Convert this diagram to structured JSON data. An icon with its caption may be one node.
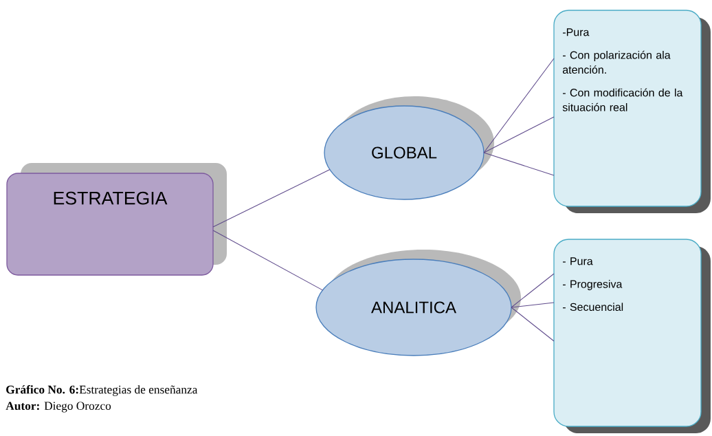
{
  "diagram": {
    "nodes": [
      {
        "text": [
          "ESTRATEGIA"
        ]
      },
      {
        "text": [
          "GLOBAL"
        ]
      },
      {
        "text": [
          "ANALITICA"
        ]
      },
      {
        "text": [
          "-Pura",
          "- Con polarización ala atención.",
          "- Con modificación de la situación real"
        ]
      },
      {
        "text": [
          "- Pura",
          "- Progresiva",
          "- Secuencial"
        ]
      }
    ],
    "edges": [
      {
        "from": 0,
        "to": 1,
        "arrow": "none"
      },
      {
        "from": 0,
        "to": 2,
        "arrow": "none"
      },
      {
        "from": 1,
        "to": 3,
        "arrow": "none"
      },
      {
        "from": 1,
        "to": 3,
        "arrow": "none"
      },
      {
        "from": 1,
        "to": 3,
        "arrow": "none"
      },
      {
        "from": 2,
        "to": 4,
        "arrow": "none"
      },
      {
        "from": 2,
        "to": 4,
        "arrow": "none"
      },
      {
        "from": 2,
        "to": 4,
        "arrow": "none"
      }
    ],
    "labels": [
      "**Gráfico No.    6:**Estrategias de enseñanza",
      "**Autor:** Diego Orozco"
    ]
  }
}
